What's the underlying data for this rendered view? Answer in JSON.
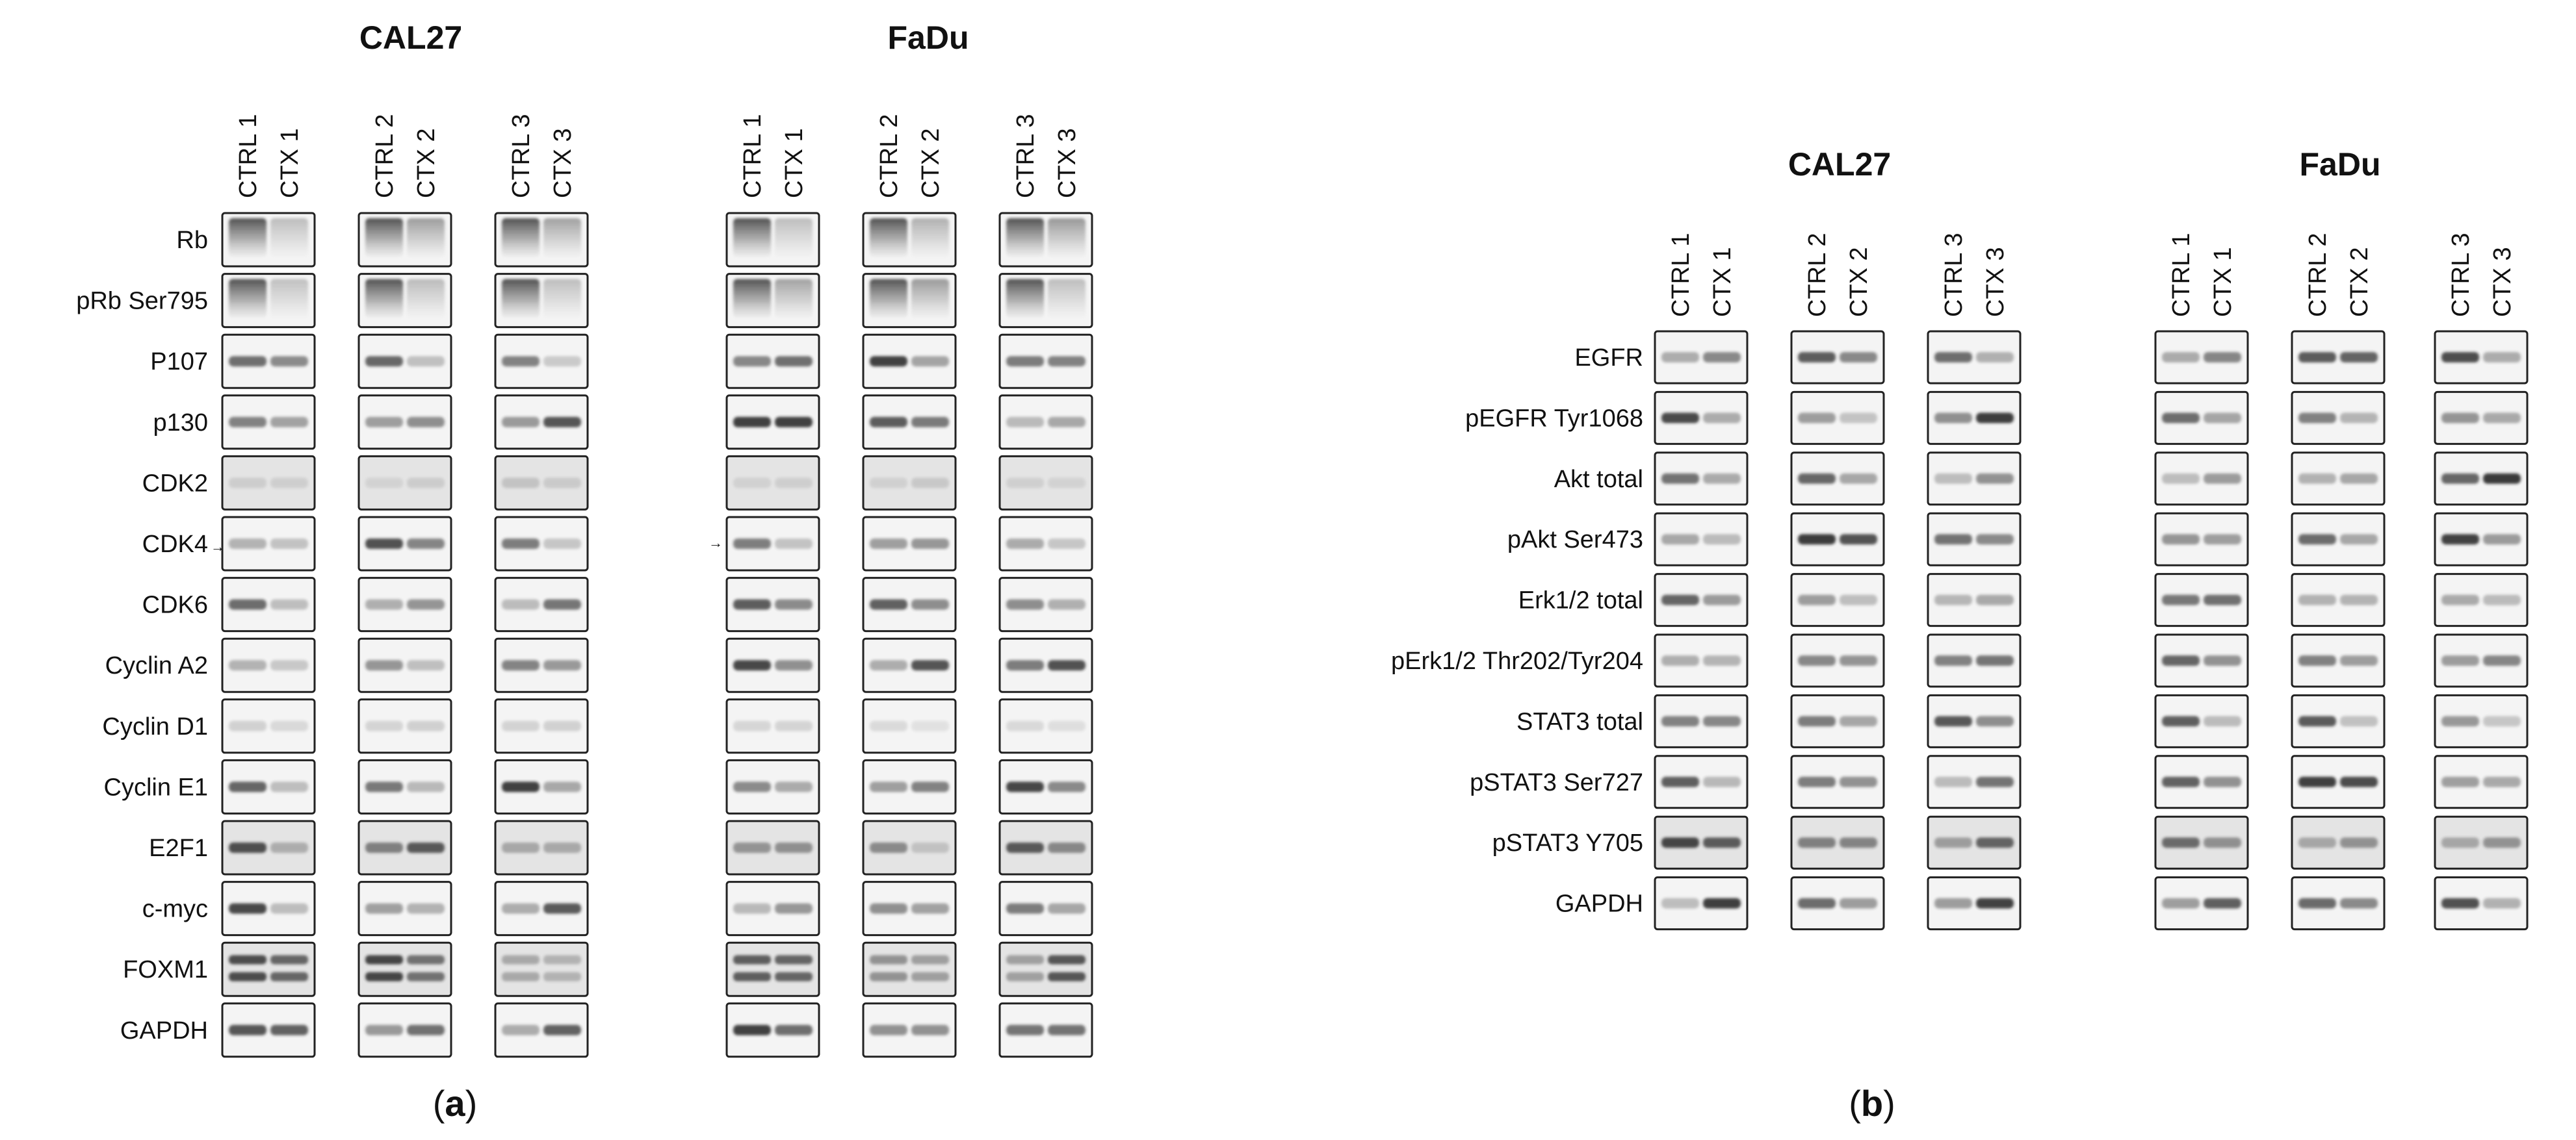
{
  "panels": [
    {
      "letter": "a",
      "groups": [
        {
          "cell_line": "CAL27",
          "lanes": [
            "CTRL 1",
            "CTX 1",
            "CTRL 2",
            "CTX 2",
            "CTRL 3",
            "CTX 3"
          ]
        },
        {
          "cell_line": "FaDu",
          "lanes": [
            "CTRL 1",
            "CTX 1",
            "CTRL 2",
            "CTX 2",
            "CTRL 3",
            "CTX 3"
          ]
        }
      ],
      "rows": [
        "Rb",
        "pRb Ser795",
        "P107",
        "p130",
        "CDK2",
        "CDK4",
        "CDK6",
        "Cyclin A2",
        "Cyclin D1",
        "Cyclin E1",
        "E2F1",
        "c-myc",
        "FOXM1",
        "GAPDH"
      ],
      "arrow_glyph": "→"
    },
    {
      "letter": "b",
      "groups": [
        {
          "cell_line": "CAL27",
          "lanes": [
            "CTRL 1",
            "CTX 1",
            "CTRL 2",
            "CTX 2",
            "CTRL 3",
            "CTX 3"
          ]
        },
        {
          "cell_line": "FaDu",
          "lanes": [
            "CTRL 1",
            "CTX 1",
            "CTRL 2",
            "CTX 2",
            "CTRL 3",
            "CTX 3"
          ]
        }
      ],
      "rows": [
        "EGFR",
        "pEGFR Tyr1068",
        "Akt total",
        "pAkt Ser473",
        "Erk1/2 total",
        "pErk1/2 Thr202/Tyr204",
        "STAT3 total",
        "pSTAT3 Ser727",
        "pSTAT3 Y705",
        "GAPDH"
      ]
    }
  ]
}
